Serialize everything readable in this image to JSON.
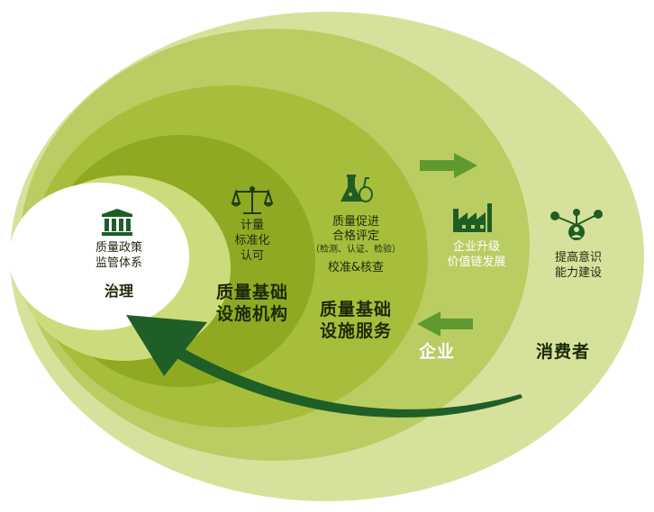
{
  "colors": {
    "ring5": "#d6e29b",
    "ring4": "#b9cd63",
    "ring3": "#a6be3b",
    "ring2": "#8faa22",
    "ring1": "#ccdc7c",
    "core": "#ffffff",
    "arrow_dark": "#1f5f27",
    "arrow_light": "#5e9a2f",
    "icon_dark": "#1e5d26"
  },
  "core": {
    "icon": "bank-icon",
    "line1": "质量政策",
    "line2": "监管体系",
    "title": "治理"
  },
  "metrology": {
    "icon": "scale-icon",
    "line1": "计量",
    "line2": "标准化",
    "line3": "认可",
    "title_line1": "质量基础",
    "title_line2": "设施机构"
  },
  "conformity": {
    "icon": "flask-icon",
    "line1": "质量促进",
    "line2": "合格评定",
    "line3": "（检测、认证、检验）",
    "line4": "校准&核查",
    "title_line1": "质量基础",
    "title_line2": "设施服务"
  },
  "enterprise": {
    "icon": "factory-icon",
    "line1": "企业升级",
    "line2": "价值链发展",
    "title": "企业"
  },
  "consumer": {
    "icon": "network-people-icon",
    "line1": "提高意识",
    "line2": "能力建设",
    "title": "消费者"
  }
}
